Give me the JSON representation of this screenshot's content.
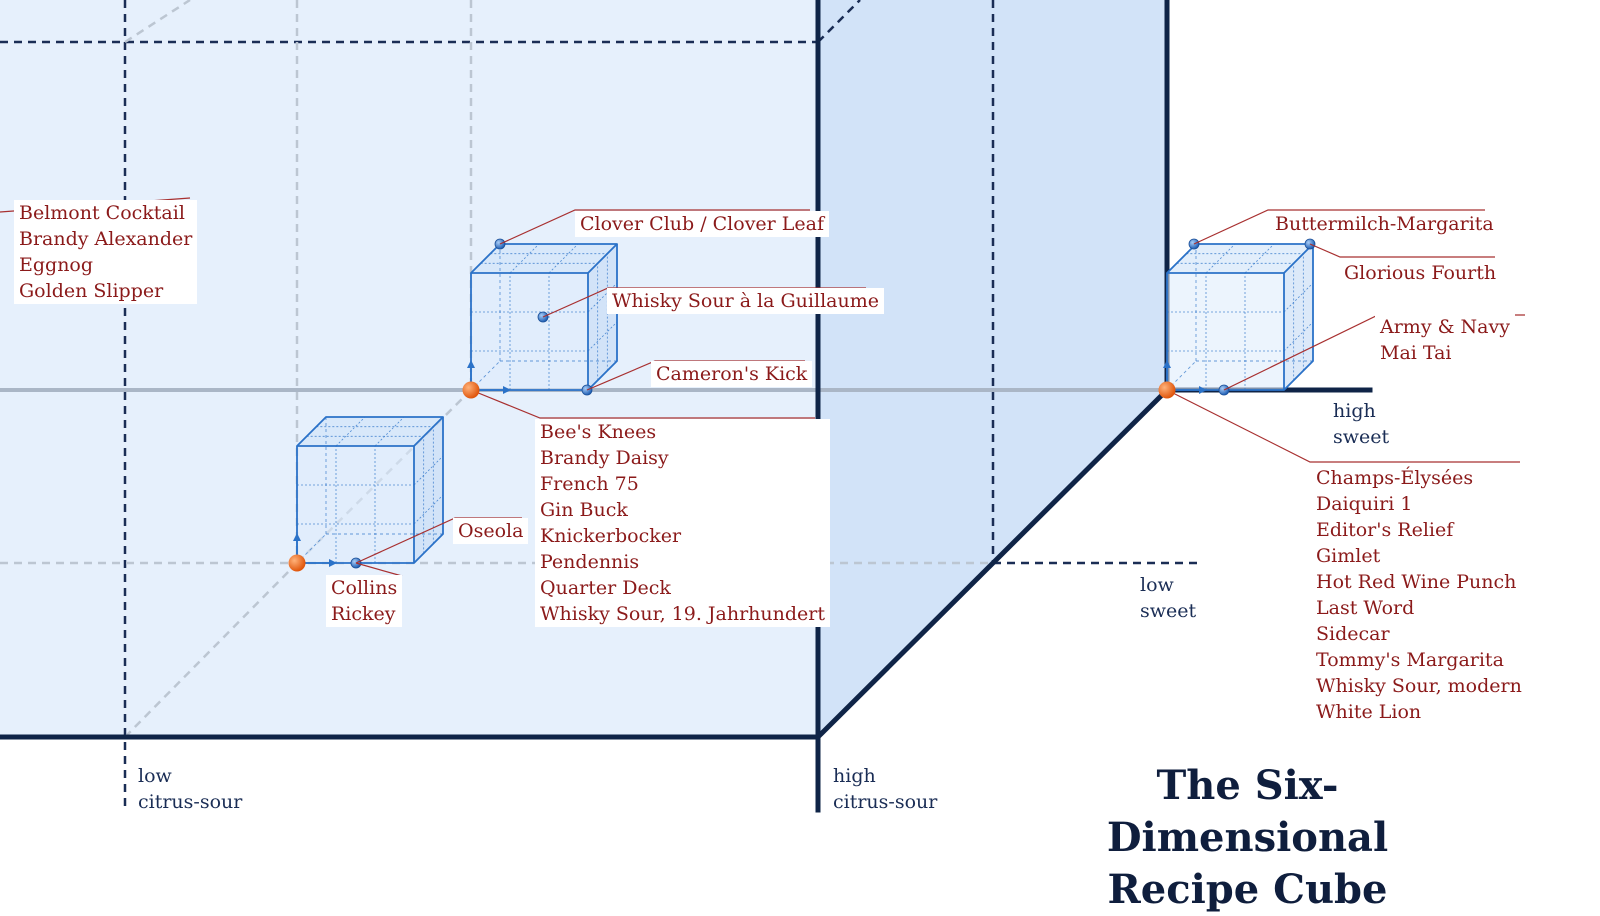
{
  "title": {
    "line1": "The Six-Dimensional",
    "line2": "Recipe Cube"
  },
  "axes": {
    "low_citrus": [
      "low",
      "citrus-sour"
    ],
    "high_citrus": [
      "high",
      "citrus-sour"
    ],
    "low_sweet": [
      "low",
      "sweet"
    ],
    "high_sweet": [
      "high",
      "sweet"
    ]
  },
  "groups": {
    "top_left": [
      "Belmont Cocktail",
      "Brandy Alexander",
      "Eggnog",
      "Golden Slipper"
    ],
    "clover": [
      "Clover Club / Clover Leaf"
    ],
    "whisky_guillaume": [
      "Whisky Sour à la Guillaume"
    ],
    "camerons": [
      "Cameron's Kick"
    ],
    "bees": [
      "Bee's Knees",
      "Brandy Daisy",
      "French 75",
      "Gin Buck",
      "Knickerbocker",
      "Pendennis",
      "Quarter Deck",
      "Whisky Sour, 19. Jahrhundert"
    ],
    "oseola": [
      "Oseola"
    ],
    "collins": [
      "Collins",
      "Rickey"
    ],
    "buttermilch": [
      "Buttermilch-Margarita"
    ],
    "glorious": [
      "Glorious Fourth"
    ],
    "army": [
      "Army & Navy",
      "Mai Tai"
    ],
    "champs": [
      "Champs-Élysées",
      "Daiquiri 1",
      "Editor's Relief",
      "Gimlet",
      "Hot Red Wine Punch",
      "Last Word",
      "Sidecar",
      "Tommy's Margarita",
      "Whisky Sour, modern",
      "White Lion"
    ]
  },
  "colors": {
    "face_light": "#e6f0fc",
    "face_side": "#d2e3f8",
    "frame": "#0f2447",
    "label_red": "#8b1a1a",
    "cube_blue": "#2b72c8",
    "origin_orange": "#f06418"
  }
}
